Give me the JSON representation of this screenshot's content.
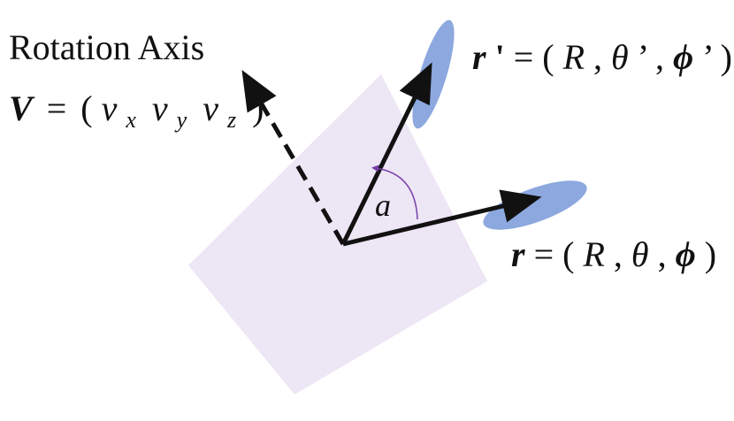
{
  "rotation_axis": {
    "caption": "Rotation Axis",
    "vector_symbol": "V",
    "equals": "=",
    "open_paren": "(",
    "comp_x_base": "v",
    "comp_x_sub": "x",
    "comp_y_base": "v",
    "comp_y_sub": "y",
    "comp_z_base": "v",
    "comp_z_sub": "z",
    "close_paren": ")"
  },
  "vector_r_prime": {
    "symbol": "r",
    "prime": "'",
    "rest_1": " = (",
    "R": "R",
    "comma_1": ", ",
    "theta": "θ",
    "theta_mark": "’",
    "comma_2": ", ",
    "phi": "ϕ",
    "phi_mark": "’",
    "close": ")"
  },
  "vector_r": {
    "symbol": "r",
    "rest_1": " = (",
    "R": "R",
    "comma_1": ", ",
    "theta": "θ",
    "comma_2": ", ",
    "phi": "ϕ",
    "close": ")"
  },
  "angle_label": "a",
  "colors": {
    "plane": "#ece6f5",
    "ellipse": "#7f9fdb",
    "arrow": "#111111",
    "angle_arc": "#7a3fa8"
  }
}
